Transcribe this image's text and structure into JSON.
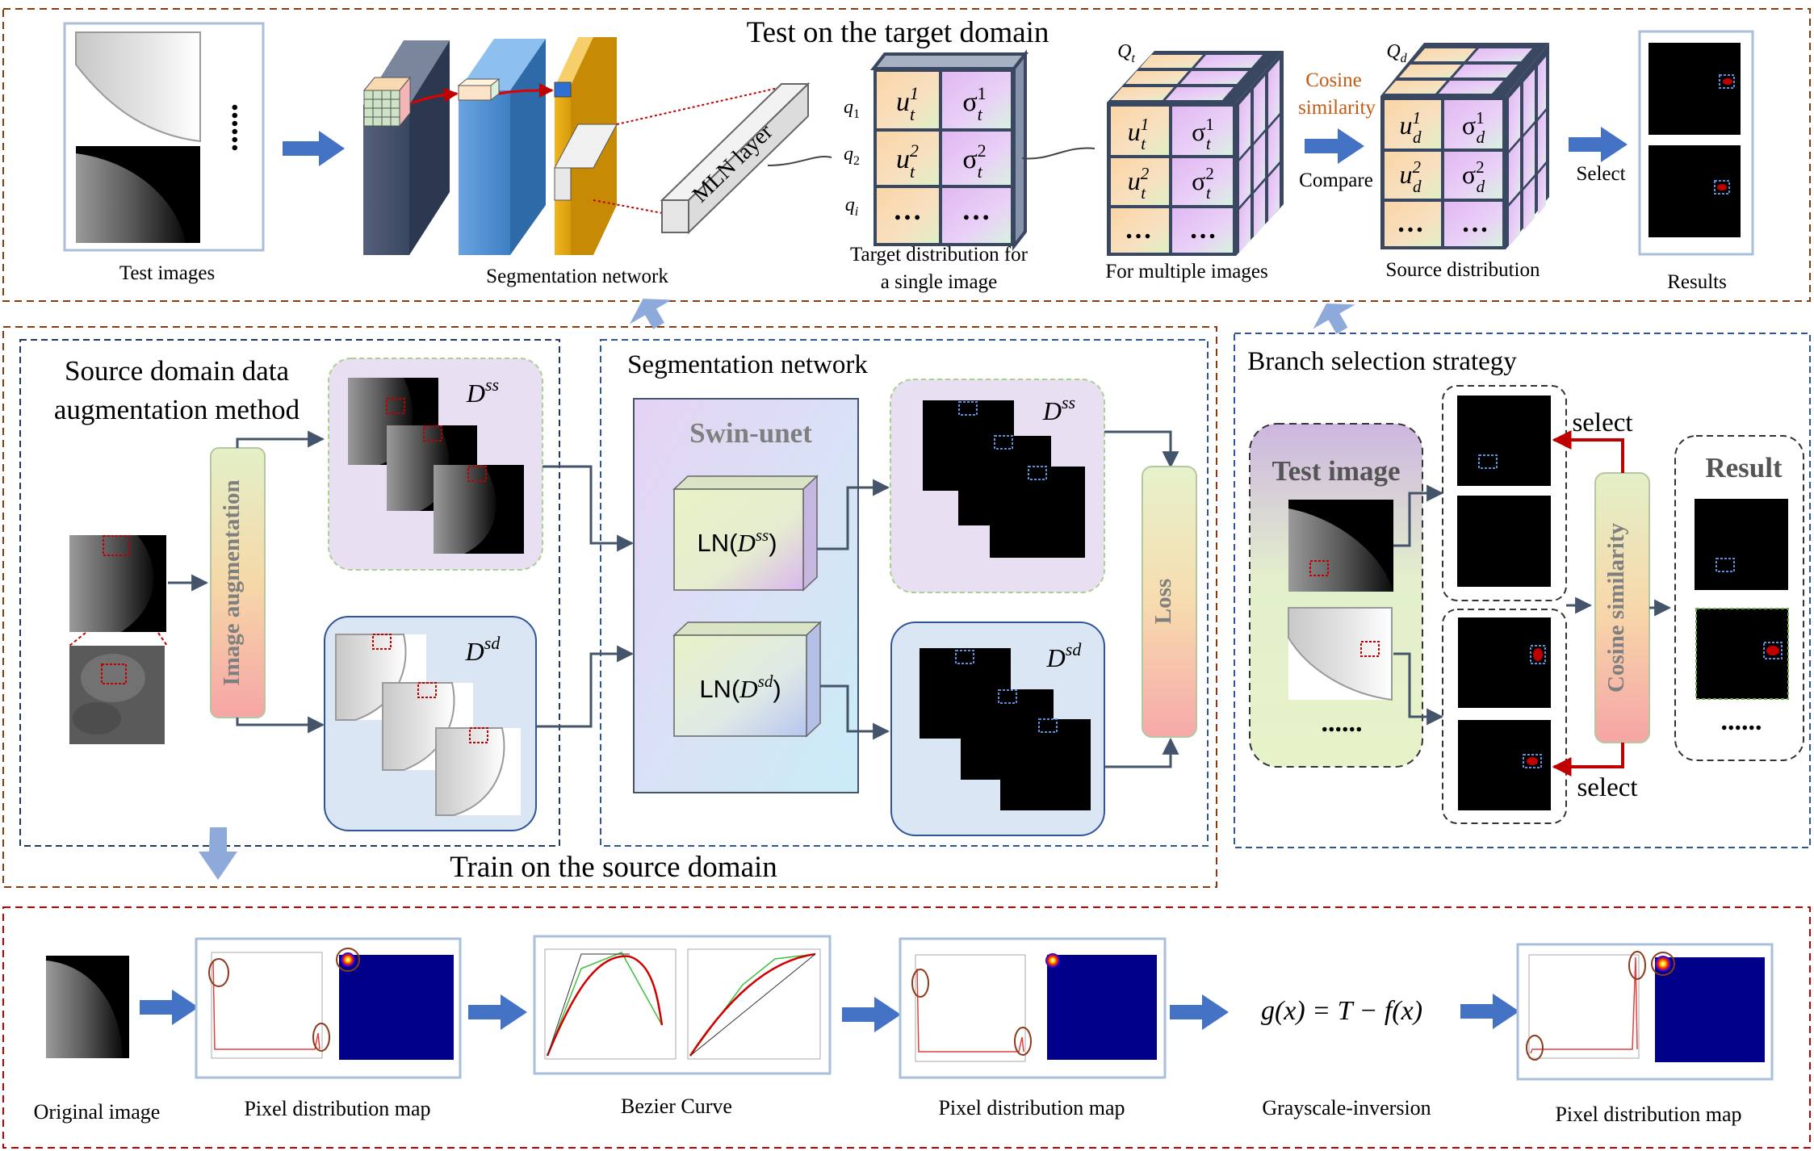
{
  "top": {
    "title": "Test on the target domain",
    "test_images_label": "Test images",
    "ellipsis": "......",
    "segnet_label": "Segmentation network",
    "mln_label": "MLN layer",
    "q1": "q₁",
    "q2": "q₂",
    "qi": "qᵢ",
    "cell_u1t": "u¹ₜ",
    "cell_s1t": "σ¹ₜ",
    "cell_u2t": "u²ₜ",
    "cell_s2t": "σ²ₜ",
    "cell_u1d": "u¹d",
    "cell_s1d": "σ¹d",
    "cell_u2d": "u²d",
    "cell_s2d": "σ²d",
    "dots": "…",
    "target_dist_line1": "Target distribution for",
    "target_dist_line2": "a single image",
    "qt": "Qₜ",
    "qd": "Qd",
    "multi_label": "For multiple images",
    "cosine_line1": "Cosine",
    "cosine_line2": "similarity",
    "compare": "Compare",
    "source_dist": "Source distribution",
    "select": "Select",
    "results": "Results"
  },
  "middle": {
    "title": "Train on the source domain",
    "aug_title_line1": "Source domain data",
    "aug_title_line2": "augmentation method",
    "image_aug": "Image augmentation",
    "dss": "D",
    "dss_sup": "ss",
    "dsd": "D",
    "dsd_sup": "sd",
    "segnet_title": "Segmentation network",
    "swin": "Swin-unet",
    "ln_prefix": "LN(",
    "ln_suffix": ")",
    "loss": "Loss",
    "branch_title": "Branch selection strategy",
    "test_image": "Test image",
    "ellipsis": "......",
    "cosine": "Cosine similarity",
    "select_top": "select",
    "select_bottom": "select",
    "result": "Result"
  },
  "bottom": {
    "original": "Original image",
    "pdm1": "Pixel distribution map",
    "bezier": "Bezier Curve",
    "pdm2": "Pixel distribution map",
    "formula": "g(x) = T − f(x)",
    "gray_inv": "Grayscale-inversion",
    "pdm3": "Pixel distribution map"
  },
  "colors": {
    "arrow_blue": "#4472c4",
    "border_brown": "#843c0c",
    "border_red": "#c00000",
    "border_navy": "#1f3864",
    "cosine_orange": "#c55a11",
    "select_red": "#c00000",
    "heatmap_blue": "#00008b"
  }
}
